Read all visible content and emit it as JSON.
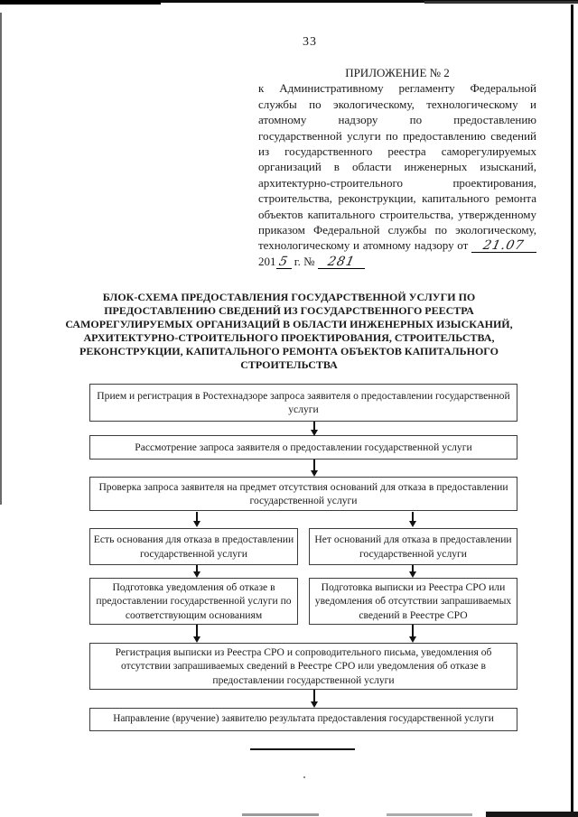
{
  "page": {
    "number": "33"
  },
  "appendix": {
    "heading": "ПРИЛОЖЕНИЕ № 2",
    "body": "к Административному регламенту Федеральной службы по экологическому, технологическому и атомному надзору по предоставлению государственной услуги по предоставлению сведений из государственного реестра саморегулируемых организаций в области инженерных изысканий, архитектурно-строительного проектирования, строительства, реконструкции, капитального ремонта объектов капитального строительства, утвержденному приказом Федеральной службы по экологическому, технологическому и атомному надзору от",
    "date_handwritten": "21.07",
    "year_printed": "201",
    "year_handwritten": "5",
    "year_suffix": "г. №",
    "number_handwritten": "281"
  },
  "flowchart": {
    "title": "БЛОК-СХЕМА ПРЕДОСТАВЛЕНИЯ ГОСУДАРСТВЕННОЙ УСЛУГИ ПО ПРЕДОСТАВЛЕНИЮ СВЕДЕНИЙ ИЗ ГОСУДАРСТВЕННОГО РЕЕСТРА САМОРЕГУЛИРУЕМЫХ ОРГАНИЗАЦИЙ В ОБЛАСТИ ИНЖЕНЕРНЫХ ИЗЫСКАНИЙ, АРХИТЕКТУРНО-СТРОИТЕЛЬНОГО ПРОЕКТИРОВАНИЯ, СТРОИТЕЛЬСТВА, РЕКОНСТРУКЦИИ, КАПИТАЛЬНОГО РЕМОНТА ОБЪЕКТОВ КАПИТАЛЬНОГО СТРОИТЕЛЬСТВА",
    "boxes": [
      "Прием и регистрация в Ростехнадзоре запроса заявителя о предоставлении государственной услуги",
      "Рассмотрение запроса заявителя о предоставлении государственной услуги",
      "Проверка запроса заявителя на предмет отсутствия оснований для отказа в предоставлении государственной услуги",
      "Есть основания для отказа в предоставлении государственной услуги",
      "Нет оснований для отказа в предоставлении государственной услуги",
      "Подготовка уведомления об отказе в предоставлении государственной услуги по соответствующим основаниям",
      "Подготовка выписки из Реестра СРО или уведомления об отсутствии запрашиваемых сведений в Реестре СРО",
      "Регистрация выписки из Реестра СРО и сопроводительного письма, уведомления об отсутствии запрашиваемых сведений в Реестре СРО или уведомления об отказе в предоставлении государственной услуги",
      "Направление (вручение) заявителю результата предоставления государственной услуги"
    ]
  },
  "colors": {
    "paper": "#ffffff",
    "ink": "#1a1a1a",
    "box_border": "#3c3c3c"
  }
}
